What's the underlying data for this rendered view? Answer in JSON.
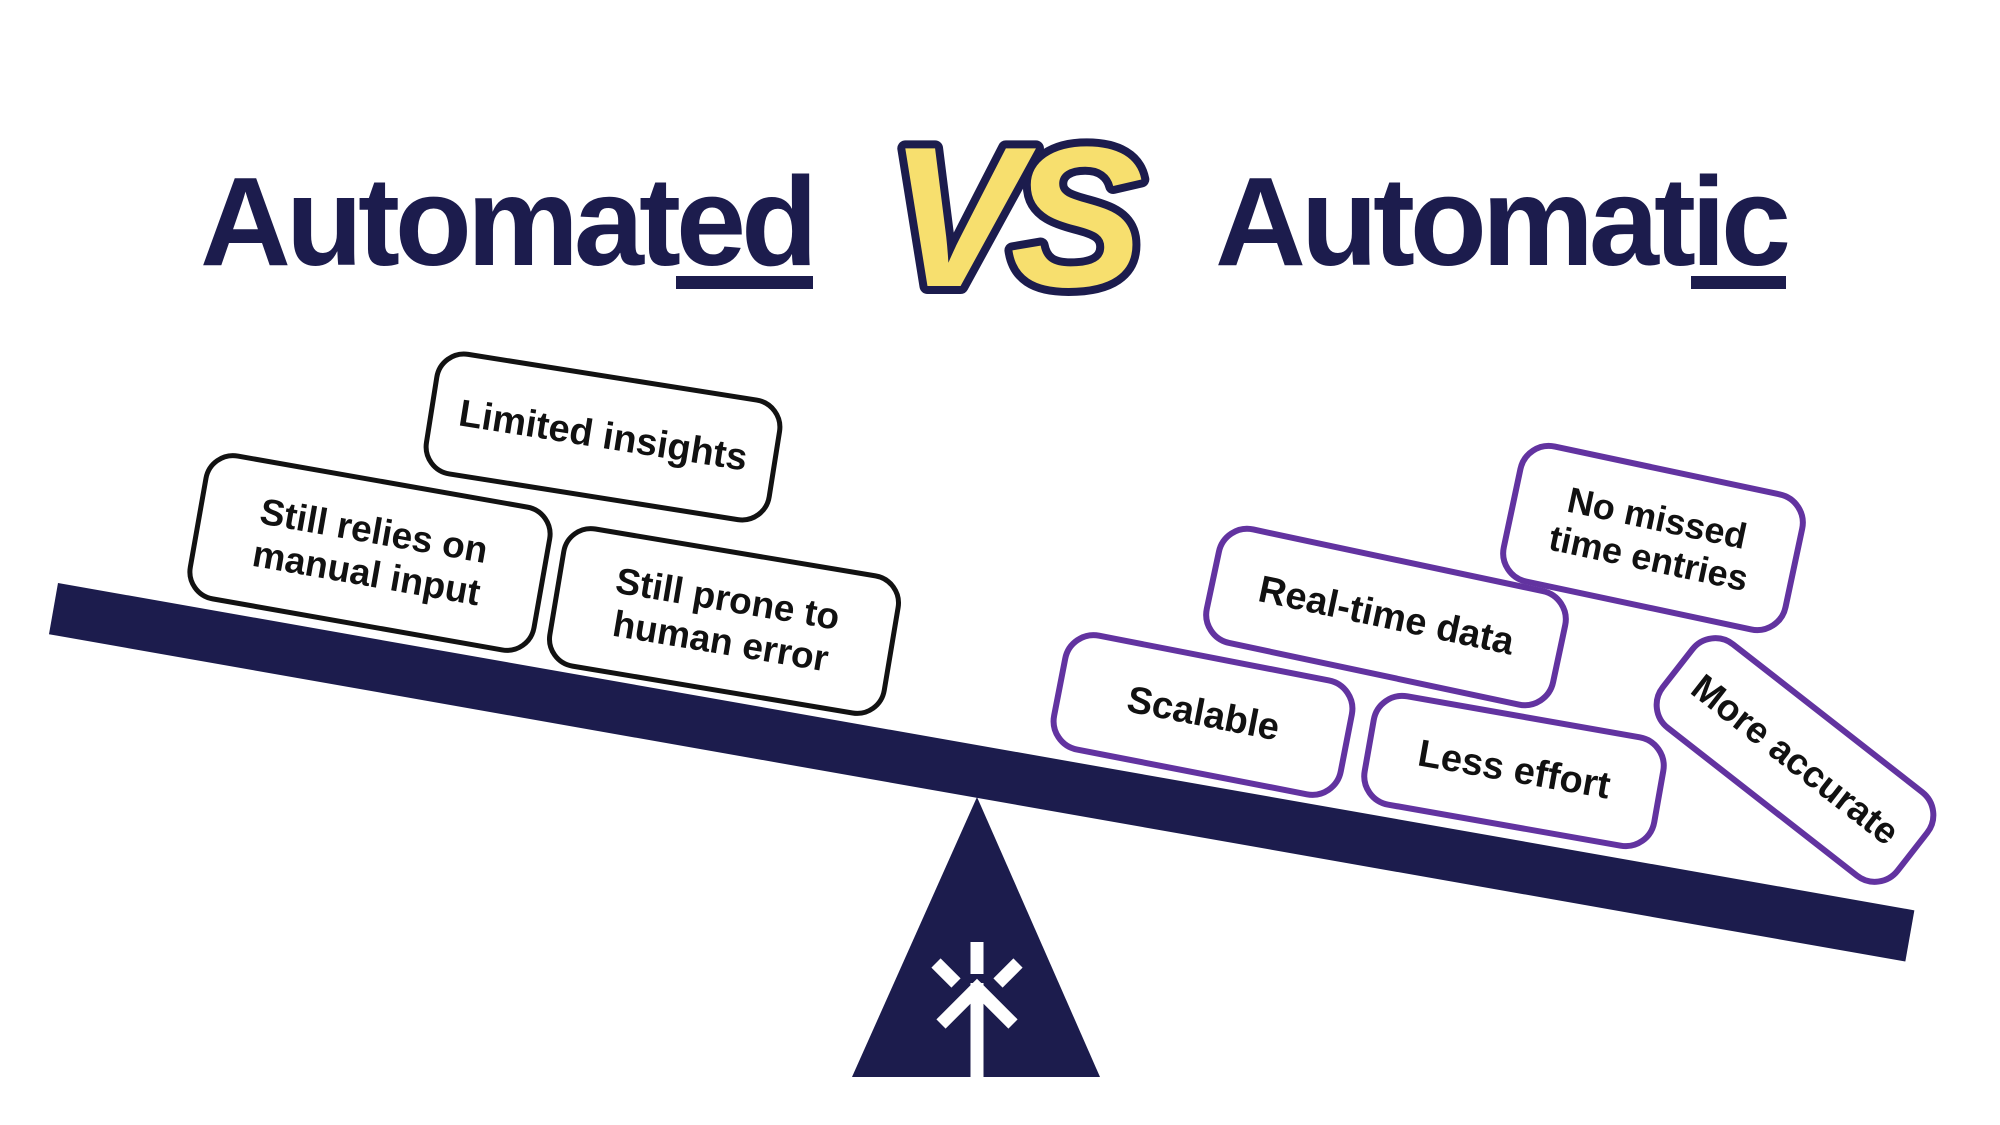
{
  "title": {
    "left": {
      "prefix": "Automat",
      "underlined": "ed"
    },
    "vs": "VS",
    "right": {
      "prefix": "Automat",
      "underlined": "ic"
    }
  },
  "seesaw": {
    "left_side_heading": "Automated",
    "right_side_heading": "Automatic",
    "left_boxes": [
      {
        "label": "Limited insights"
      },
      {
        "label": "Still relies on\nmanual input"
      },
      {
        "label": "Still prone to\nhuman error"
      }
    ],
    "right_boxes": [
      {
        "label": "No missed\ntime entries"
      },
      {
        "label": "Real-time data"
      },
      {
        "label": "Scalable"
      },
      {
        "label": "Less effort"
      },
      {
        "label": "More accurate"
      }
    ]
  },
  "icons": {
    "fulcrum_logo": "sprout-arrow-icon"
  },
  "colors": {
    "navy": "#1c1c4d",
    "yellow": "#f7df6e",
    "purple": "#6233a0",
    "left_box_border": "#121212",
    "text": "#111111",
    "background": "#ffffff"
  }
}
